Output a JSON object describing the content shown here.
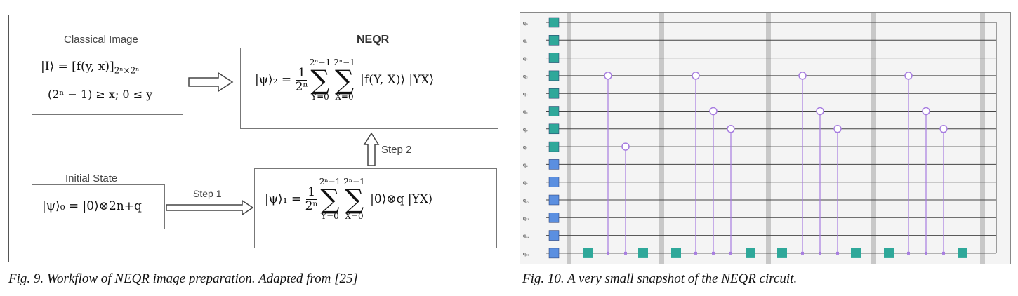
{
  "fig9": {
    "classical_label": "Classical Image",
    "neqr_label": "NEQR",
    "initial_label": "Initial State",
    "step1_label": "Step 1",
    "step2_label": "Step 2",
    "eq_image_lhs": "|I⟩ = [f(y, x)]",
    "eq_image_sub": "2ⁿ×2ⁿ",
    "eq_image_cond": "(2ⁿ − 1) ≥ x; 0 ≤ y",
    "eq_psi2_lhs": "|ψ⟩₂ =",
    "eq_psi2_body": "|f(Y, X)⟩ |YX⟩",
    "eq_psi1_lhs": "|ψ⟩₁ =",
    "eq_psi1_body": "|0⟩⊗q |YX⟩",
    "eq_psi0": "|ψ⟩₀ = |0⟩⊗2n+q",
    "frac_num": "1",
    "frac_den": "2ⁿ",
    "sum_top": "2ⁿ−1",
    "sum_bot_y": "Y=0",
    "sum_bot_x": "X=0",
    "sigma": "∑"
  },
  "fig10": {
    "qubit_labels": [
      "q₀",
      "q₁",
      "q₂",
      "q₃",
      "q₄",
      "q₅",
      "q₆",
      "q₇",
      "q₈",
      "q₉",
      "q₁₀",
      "q₁₁",
      "q₁₂",
      "q₁₃"
    ],
    "colors": {
      "gate_green": "#2fa89a",
      "gate_blue": "#5b8fe0",
      "control": "#a77de0",
      "wire": "#444444",
      "barrier": "#c8c8c8"
    }
  },
  "captions": {
    "fig9": "Fig. 9. Workflow of NEQR image preparation. Adapted from [25]",
    "fig10": "Fig. 10. A very small snapshot of the NEQR circuit."
  }
}
